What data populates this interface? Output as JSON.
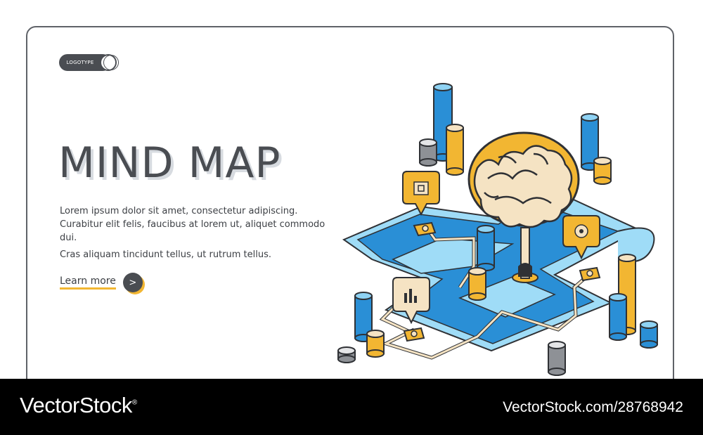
{
  "logo": {
    "text": "LOGOTYPE"
  },
  "hero": {
    "title": "MIND MAP",
    "paragraph1": "Lorem ipsum dolor sit amet, consectetur adipiscing. Curabitur elit felis, faucibus at lorem ut, aliquet commodo dui.",
    "paragraph2": "Cras aliquam tincidunt tellus, ut rutrum tellus.",
    "cta_label": "Learn more",
    "cta_icon": "chevron-right-icon"
  },
  "colors": {
    "dark": "#4a4d52",
    "accent_yellow": "#f2b632",
    "accent_blue": "#2a8fd6",
    "light_blue": "#8fd3f4",
    "cream": "#f5e3c3"
  },
  "footer": {
    "brand": "VectorStock",
    "registered": "®",
    "url_id": "VectorStock.com/28768942"
  }
}
